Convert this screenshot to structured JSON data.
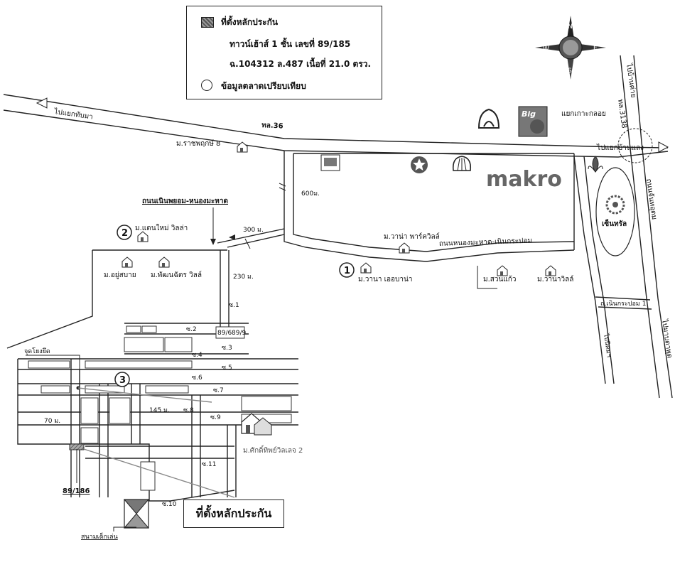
{
  "legend": {
    "collateral_label": "ที่ตั้งหลักประกัน",
    "line2": "ทาวน์เฮ้าส์ 1 ชั้น เลขที่ 89/185",
    "line3": "ฉ.104312 ล.487 เนื้อที่ 21.0 ตรว.",
    "market_label": "ข้อมูลตลาดเปรียบเทียบ"
  },
  "compass": {
    "n": "N",
    "s": "S",
    "e": "E",
    "w": "W"
  },
  "roads": {
    "main_highway": "ทล.36",
    "to_thap_ma": "ไปแยกทับมา",
    "to_ban_khai": "ไปบ้านค่าย",
    "hwy_3138": "ทล.3138",
    "to_ban_laeng": "ไปแยกบ้านแลง",
    "ko_kloi_junction": "แยกเกาะกลอย",
    "right_main": "ถนนจันทอุดม",
    "to_map_ta_phut": "ไปมาบตาพุด",
    "noen_krapom_1": "ถ.เนินกระปอม 1",
    "to_nong_maha_rat": "ไปนิคมฯ",
    "noen_phayom_road": "ถนนเนินพยอม-หนองมะหาด",
    "nong_maha_road": "ถนนหนองมะหาด-เนินกระปอม"
  },
  "distances": {
    "d600": "600ม.",
    "d300": "300 ม.",
    "d230": "230 ม.",
    "d145": "145 ม.",
    "d70": "70 ม."
  },
  "villages": {
    "ratchaphruek": "ม.ราชพฤกษ์ 8",
    "daen_mai": "ม.แดนใหม่ วิลล่า",
    "yu_sabai": "ม.อยู่สบาย",
    "phatthana": "ม.พัฒนฉัตร วิลล์",
    "wana_park": "ม.วาน่า พาร์ควิลล์",
    "wana_ayana": "ม.วานา เออบาน่า",
    "suan_kaeo": "ม.สวนแก้ว",
    "wana_ville": "ม.วานาวิลล์",
    "sakdisit": "ม.ศักดิ์ทิพย์วิลเลจ 2"
  },
  "markers": {
    "m1": "1",
    "m2": "2",
    "m3": "3"
  },
  "lanes": {
    "s1": "ซ.1",
    "s2": "ซ.2",
    "s3": "ซ.3",
    "s4": "ซ.4",
    "s5": "ซ.5",
    "s6": "ซ.6",
    "s7": "ซ.7",
    "s8": "ซ.8",
    "s9": "ซ.9",
    "s10": "ซ.10",
    "s11": "ซ.11"
  },
  "plots": {
    "p896": "89/6",
    "p899": "89/9",
    "p89186": "89/186"
  },
  "landmarks": {
    "makro": "makro",
    "big_c": "Big",
    "central": "เซ็นทรัล",
    "ref_point": "จุดโยงยึด",
    "playground": "สนามเด็กเล่น"
  },
  "caption": "ที่ตั้งหลักประกัน"
}
